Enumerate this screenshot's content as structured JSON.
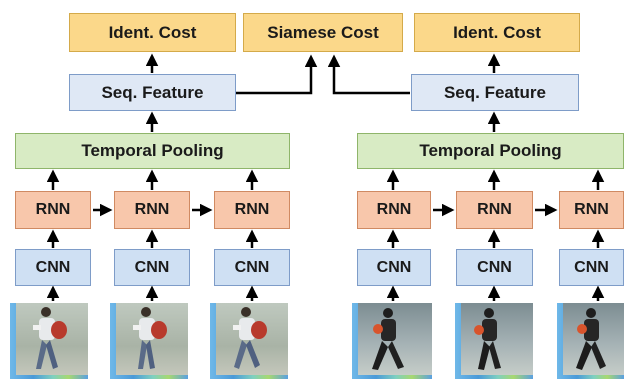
{
  "costs": {
    "ident_cost_left": "Ident. Cost",
    "siamese_cost": "Siamese Cost",
    "ident_cost_right": "Ident. Cost"
  },
  "branches": {
    "left": {
      "seq_feature": "Seq. Feature",
      "temporal_pooling": "Temporal Pooling",
      "rnn_labels": [
        "RNN",
        "RNN",
        "RNN"
      ],
      "cnn_labels": [
        "CNN",
        "CNN",
        "CNN"
      ]
    },
    "right": {
      "seq_feature": "Seq. Feature",
      "temporal_pooling": "Temporal Pooling",
      "rnn_labels": [
        "RNN",
        "RNN",
        "RNN"
      ],
      "cnn_labels": [
        "CNN",
        "CNN",
        "CNN"
      ]
    }
  },
  "colors": {
    "cost": "#fbd88a",
    "seq_feature": "#dfe8f5",
    "temporal_pooling": "#d8ebc4",
    "rnn": "#f8c7ab",
    "cnn": "#cfe0f3",
    "arrows": "#000000"
  }
}
